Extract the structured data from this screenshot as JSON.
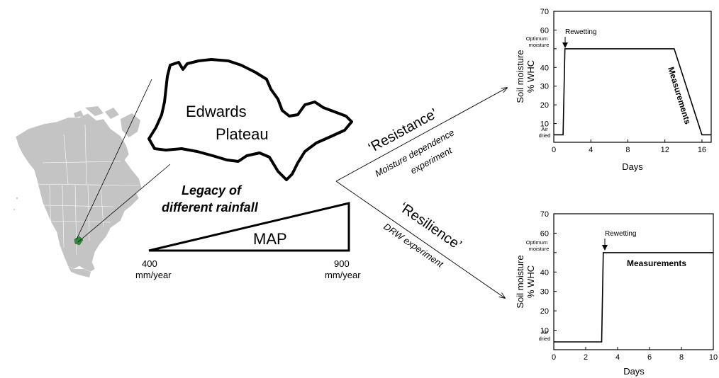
{
  "map": {
    "region_line1": "Edwards",
    "region_line2": "Plateau",
    "legacy_line1": "Legacy of",
    "legacy_line2": "different rainfall",
    "gradient_label": "MAP",
    "gradient_min_value": "400",
    "gradient_min_unit": "mm/year",
    "gradient_max_value": "900",
    "gradient_max_unit": "mm/year",
    "highlight_color": "#2e8b3a"
  },
  "branches": {
    "resistance": {
      "title": "‘Resistance’",
      "sub1": "Moisture dependence",
      "sub2": "experiment"
    },
    "resilience": {
      "title": "‘Resilience’",
      "sub1": "DRW experiment"
    }
  },
  "chart_data": [
    {
      "type": "line",
      "xlabel": "Days",
      "ylabel_line1": "Soil moisture",
      "ylabel_line2": "% WHC",
      "xlim": [
        0,
        17
      ],
      "ylim": [
        0,
        70
      ],
      "xticks": [
        0,
        4,
        8,
        12,
        16
      ],
      "yticks": [
        10,
        20,
        30,
        40,
        50,
        60,
        70
      ],
      "series": [
        {
          "x": [
            0,
            1,
            1.2,
            13,
            16,
            17
          ],
          "y": [
            4,
            4,
            50,
            50,
            4,
            4
          ]
        }
      ],
      "annotations": {
        "rewetting": "Rewetting",
        "measurements": "Measurements",
        "optimum_line1": "Optimum",
        "optimum_line2": "moisture",
        "air_line1": "Air",
        "air_line2": "dried"
      }
    },
    {
      "type": "line",
      "xlabel": "Days",
      "ylabel_line1": "Soil moisture",
      "ylabel_line2": "% WHC",
      "xlim": [
        0,
        10
      ],
      "ylim": [
        0,
        70
      ],
      "xticks": [
        0,
        2,
        4,
        6,
        8,
        10
      ],
      "yticks": [
        10,
        20,
        30,
        40,
        50,
        60,
        70
      ],
      "series": [
        {
          "x": [
            0,
            3,
            3.1,
            10
          ],
          "y": [
            4,
            4,
            50,
            50
          ]
        }
      ],
      "annotations": {
        "rewetting": "Rewetting",
        "measurements": "Measurements",
        "optimum_line1": "Optimum",
        "optimum_line2": "moisture",
        "air_line1": "Air",
        "air_line2": "dried"
      }
    }
  ]
}
